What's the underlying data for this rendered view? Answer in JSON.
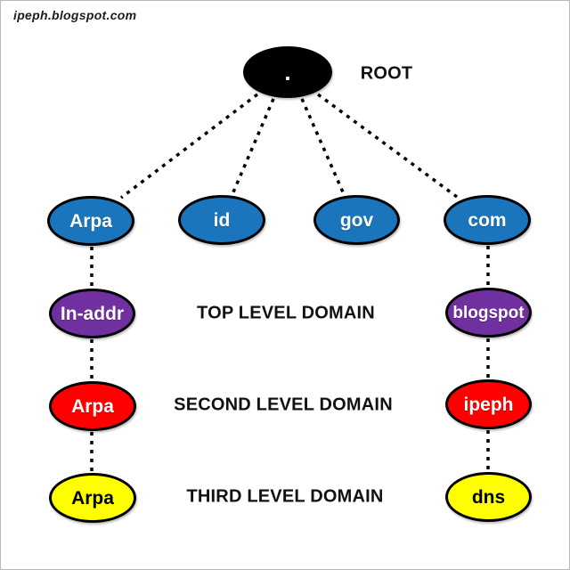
{
  "watermark": "ipeph.blogspot.com",
  "colors": {
    "node_blue": "#1B75BC",
    "node_purple": "#7030A0",
    "node_red": "#FF0000",
    "node_yellow": "#FFFF00",
    "node_black": "#000000",
    "text_white": "#FFFFFF",
    "text_black": "#000000",
    "edge_black": "#000000"
  },
  "labels": {
    "root": "ROOT",
    "top_level": "TOP LEVEL DOMAIN",
    "second_level": "SECOND LEVEL DOMAIN",
    "third_level": "THIRD LEVEL DOMAIN"
  },
  "nodes": {
    "root": {
      "label": ".",
      "fill": "#000000",
      "text_color": "#FFFFFF"
    },
    "arpa_tld": {
      "label": "Arpa",
      "fill": "#1B75BC",
      "text_color": "#FFFFFF"
    },
    "id": {
      "label": "id",
      "fill": "#1B75BC",
      "text_color": "#FFFFFF"
    },
    "gov": {
      "label": "gov",
      "fill": "#1B75BC",
      "text_color": "#FFFFFF"
    },
    "com": {
      "label": "com",
      "fill": "#1B75BC",
      "text_color": "#FFFFFF"
    },
    "in_addr": {
      "label": "In-addr",
      "fill": "#7030A0",
      "text_color": "#FFFFFF"
    },
    "blogspot": {
      "label": "blogspot",
      "fill": "#7030A0",
      "text_color": "#FFFFFF"
    },
    "arpa_sld": {
      "label": "Arpa",
      "fill": "#FF0000",
      "text_color": "#FFFFFF"
    },
    "ipeph": {
      "label": "ipeph",
      "fill": "#FF0000",
      "text_color": "#FFFFFF"
    },
    "arpa_3ld": {
      "label": "Arpa",
      "fill": "#FFFF00",
      "text_color": "#000000"
    },
    "dns": {
      "label": "dns",
      "fill": "#FFFF00",
      "text_color": "#000000"
    }
  },
  "edges": [
    {
      "from": "root",
      "to": "arpa_tld"
    },
    {
      "from": "root",
      "to": "id"
    },
    {
      "from": "root",
      "to": "gov"
    },
    {
      "from": "root",
      "to": "com"
    },
    {
      "from": "arpa_tld",
      "to": "in_addr"
    },
    {
      "from": "in_addr",
      "to": "arpa_sld"
    },
    {
      "from": "arpa_sld",
      "to": "arpa_3ld"
    },
    {
      "from": "com",
      "to": "blogspot"
    },
    {
      "from": "blogspot",
      "to": "ipeph"
    },
    {
      "from": "ipeph",
      "to": "dns"
    }
  ]
}
